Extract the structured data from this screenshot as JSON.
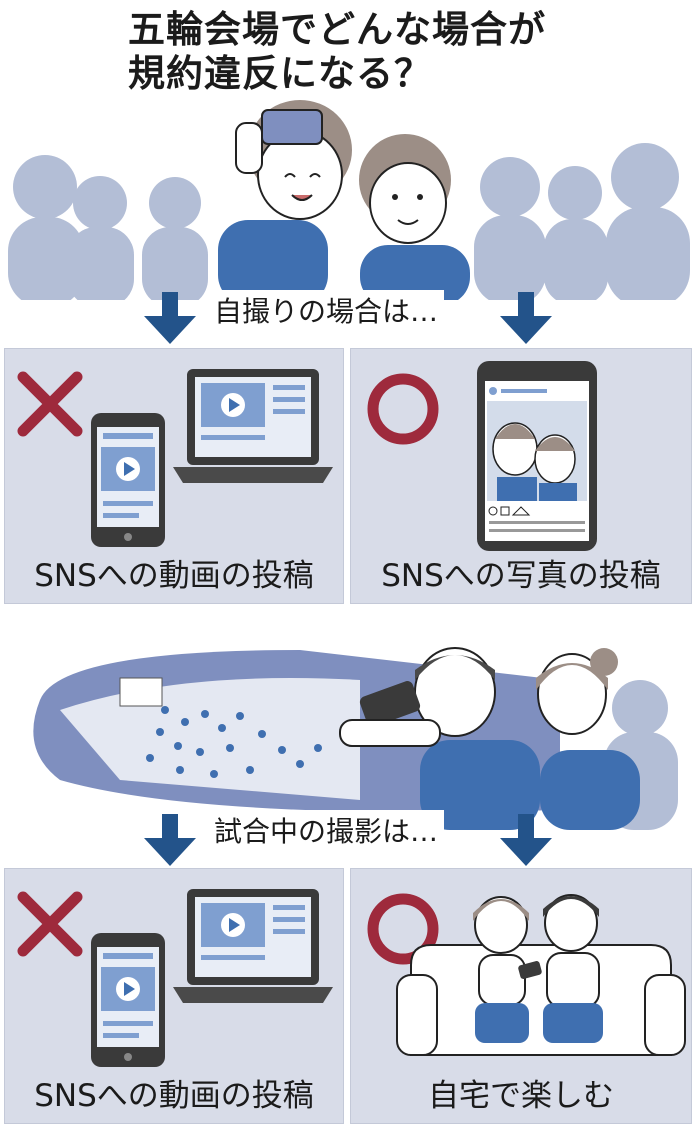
{
  "title": {
    "line1": "五輪会場でどんな場合が",
    "line2": "規約違反になる？"
  },
  "section1": {
    "label": "自撮りの場合は…",
    "panels": [
      {
        "mark": "×",
        "mark_icon": "cross-icon",
        "caption": "SNSへの動画の投稿"
      },
      {
        "mark": "○",
        "mark_icon": "circle-icon",
        "caption": "SNSへの写真の投稿"
      }
    ]
  },
  "section2": {
    "label": "試合中の撮影は…",
    "panels": [
      {
        "mark": "×",
        "mark_icon": "cross-icon",
        "caption": "SNSへの動画の投稿"
      },
      {
        "mark": "○",
        "mark_icon": "circle-icon",
        "caption": "自宅で楽しむ"
      }
    ]
  },
  "colors": {
    "panel_bg": "#d8dce8",
    "crowd": "#b3bed6",
    "stadium": "#7f8fbf",
    "arrow": "#23538a",
    "ng_mark": "#9e2a3c",
    "ok_mark": "#9e2a3c",
    "shirt": "#3f6fb0"
  }
}
